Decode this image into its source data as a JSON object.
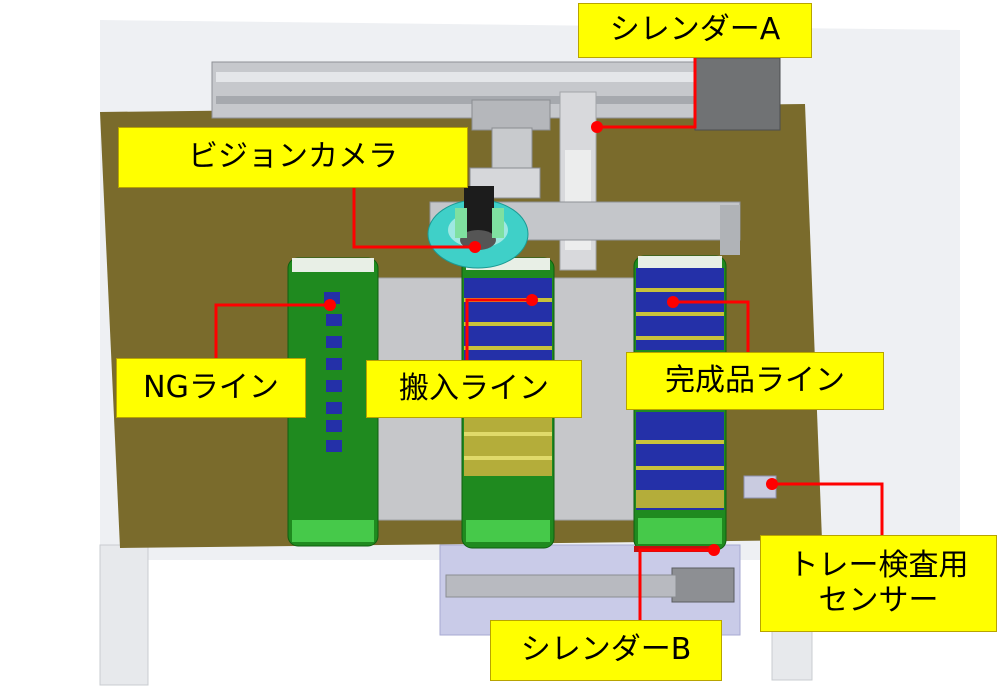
{
  "labels": {
    "cylinder_a": "シレンダーA",
    "vision_camera": "ビジョンカメラ",
    "ng_line": "NGライン",
    "inbound_line": "搬入ライン",
    "finished_line": "完成品ライン",
    "tray_sensor_line1": "トレー検査用",
    "tray_sensor_line2": "センサー",
    "cylinder_b": "シレンダーB"
  },
  "colors": {
    "label_fill": "#ffff00",
    "leader_line": "#ff0000",
    "base_plate": "#7a6b2c",
    "conveyor_green": "#1f8a1f",
    "tray_blue": "#2430a8",
    "tray_yellow": "#c8c23a",
    "rail_gray": "#b9bcc0",
    "camera_ring": "#3fd0c8"
  }
}
